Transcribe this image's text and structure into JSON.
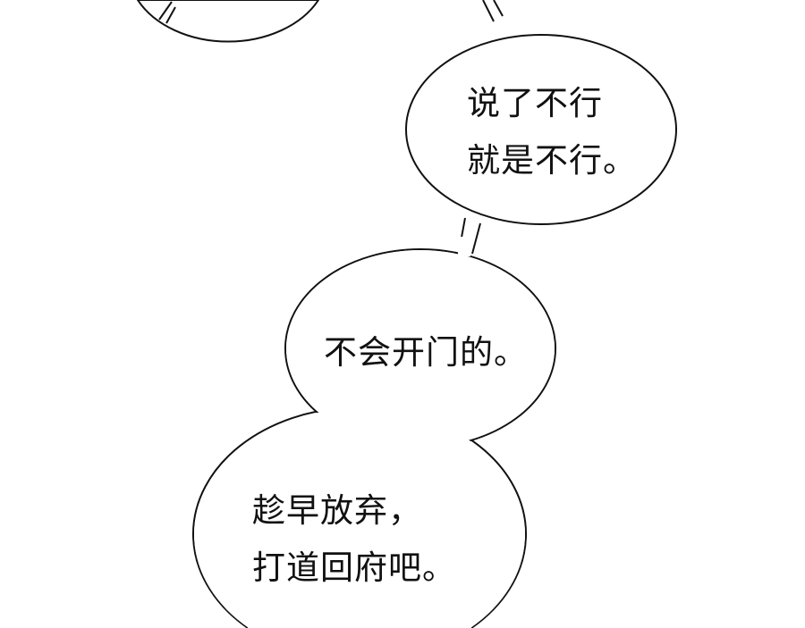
{
  "bubbles": [
    {
      "lines": [
        "说了不行",
        "就是不行。"
      ]
    },
    {
      "lines": [
        "不会开门的。"
      ]
    },
    {
      "lines": [
        "趁早放弃，",
        "打道回府吧。"
      ]
    }
  ]
}
